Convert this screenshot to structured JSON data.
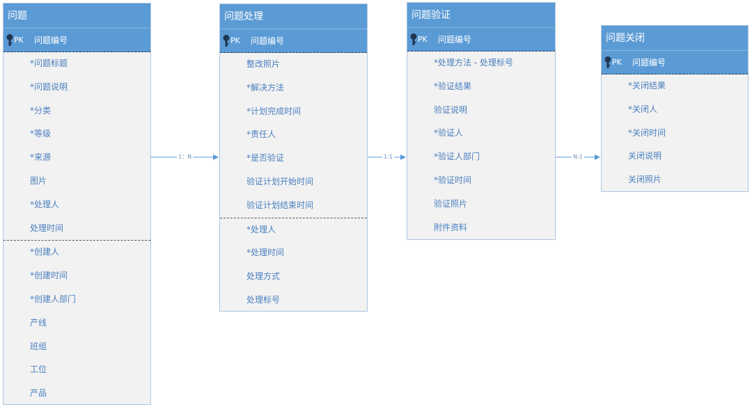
{
  "entities": [
    {
      "title": "问题",
      "pk_tag": "PK",
      "pk_field": "问题编号",
      "groups": [
        [
          "*问题标题",
          "*问题说明",
          "*分类",
          "*等级",
          "*来源",
          "图片",
          "*处理人",
          "处理时间"
        ],
        [
          "*创建人",
          "*创建时间",
          "*创建人部门",
          "产线",
          "班组",
          "工位",
          "产品"
        ]
      ]
    },
    {
      "title": "问题处理",
      "pk_tag": "PK",
      "pk_field": "问题编号",
      "groups": [
        [
          "整改照片",
          "*解决方法",
          "*计划完成时间",
          "*责任人",
          "*是否验证",
          "验证计划开始时间",
          "验证计划结束时间"
        ],
        [
          "*处理人",
          "*处理时间",
          "处理方式",
          "处理标号"
        ]
      ]
    },
    {
      "title": "问题验证",
      "pk_tag": "PK",
      "pk_field": "问题编号",
      "groups": [
        [
          "*处理方法 - 处理标号",
          "*验证结果",
          "验证说明",
          "*验证人",
          "*验证人部门",
          "*验证时间",
          "验证照片",
          "附件资料"
        ]
      ]
    },
    {
      "title": "问题关闭",
      "pk_tag": "PK",
      "pk_field": "问题编号",
      "groups": [
        [
          "*关闭结果",
          "*关闭人",
          "*关闭时间",
          "关闭说明",
          "关闭照片"
        ]
      ]
    }
  ],
  "relations": [
    {
      "label": "1：N"
    },
    {
      "label": "1:1"
    },
    {
      "label": "N:1"
    }
  ],
  "colors": {
    "header": "#5b9bd5",
    "body": "#f2f2f2",
    "field_text": "#4a7fbf",
    "connector": "#5b9bd5"
  }
}
